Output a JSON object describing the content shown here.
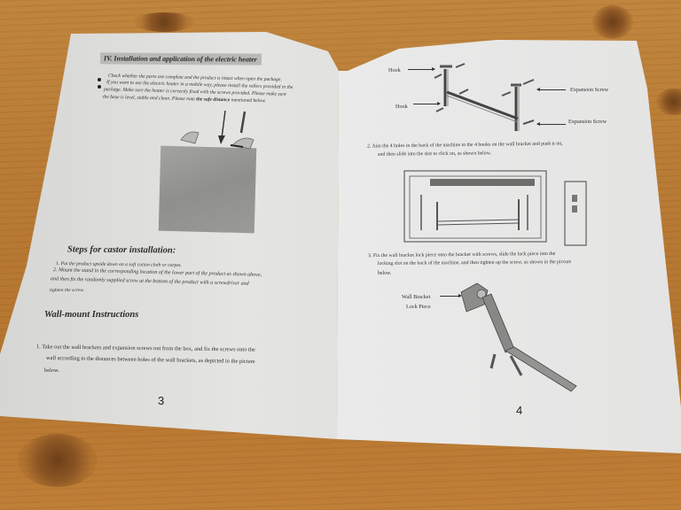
{
  "scene": "Open instruction booklet for an electric heater lying on a wooden table",
  "colors": {
    "table_wood": "#b87a34",
    "paper": "#e4e4e2",
    "ink": "#2a2a2a",
    "heading_highlight": "#b9b9b7"
  },
  "left_page": {
    "section_heading": "IV. Installation and application of the electric heater",
    "bullets": [
      "Check whether the parts are complete and the product is intact when open the package.",
      "If you want to use the electric heater in a mobile way, please install the rollers provided in the",
      "package. Make sure the heater is correctly fixed with the screws provided. Please make sure",
      "the base is level, stable and clean. Please note "
    ],
    "bullet_bold_tail": "the safe distance",
    "bullet_tail_end": " mentioned below.",
    "figure": "heater-with-castor-stand",
    "castor_heading": "Steps for castor installation:",
    "castor_steps": [
      "1. Put the product upside down on a soft cotton cloth or carpet.",
      "2. Mount the stand in the corresponding location of the lower part of the product as shown above,",
      "and then fix the randomly supplied screw at the bottom of the product with a screwdriver and",
      "tighten the screw."
    ],
    "wall_heading": "Wall-mount Instructions",
    "wall_step1": [
      "1.   Take out the wall brackets and expansion screws out from the box, and fix the screws onto the",
      "wall according to the distances between holes of the wall brackets, as depicted in the picture",
      "below."
    ],
    "page_number": "3"
  },
  "right_page": {
    "bracket_labels": {
      "hook_top": "Hook",
      "hook_bottom": "Hook",
      "screw_top": "Expansion Screw",
      "screw_bottom": "Expansion Screw"
    },
    "step2": [
      "2.  Aim the 4 holes in the back of the machine to the 4 hooks on the wall bracket and push it on,",
      "and then slide into the slot to click on, as shown below."
    ],
    "step3": [
      "3.  Fix the wall bracket lock piece onto the bracket with screws, slide the lock piece into the",
      "locking slot on the back of the machine, and then tighten up the screw, as shown in the picture",
      "below."
    ],
    "lock_label_line1": "Wall Bracket",
    "lock_label_line2": "Lock Piece",
    "page_number": "4"
  }
}
